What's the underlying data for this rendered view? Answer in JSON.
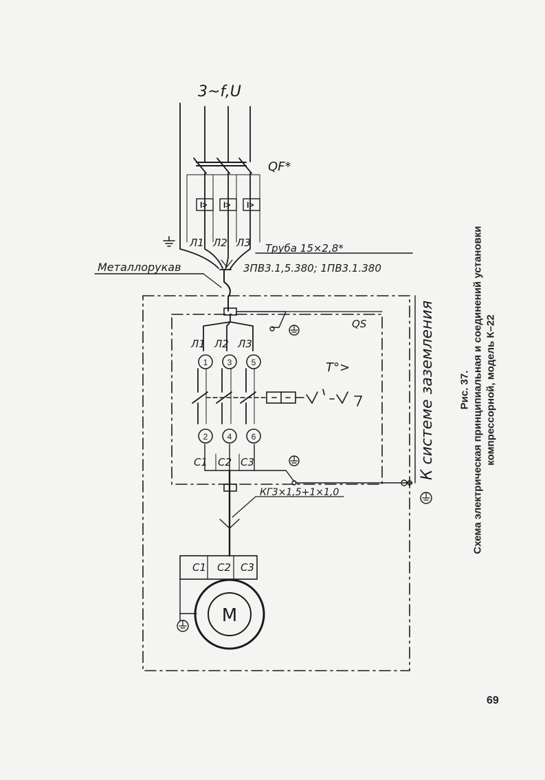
{
  "diagram": {
    "supply_label": "3~f,U",
    "breaker_label": "QF*",
    "breaker_trip": [
      "I>",
      "I>",
      "I>"
    ],
    "phases_top": [
      "Л1",
      "Л2",
      "Л3"
    ],
    "pipe_label": "Труба 15×2,8*",
    "wires_label": "3ПВ3.1,5.380; 1ПВ3.1.380",
    "hose_label": "Металлорукав",
    "switch_label": "QS",
    "phases_mid": [
      "Л1",
      "Л2",
      "Л3"
    ],
    "terminals_top": [
      "1",
      "3",
      "5"
    ],
    "thermal_label": "T°>",
    "terminals_bottom": [
      "2",
      "4",
      "6"
    ],
    "outputs": [
      "С1",
      "С2",
      "С3"
    ],
    "cable_label": "КГ3×1,5+1×1,0",
    "motor_terminals": [
      "С1",
      "С2",
      "С3"
    ],
    "motor_label": "М",
    "ground_system_label": "К системе заземления"
  },
  "caption": {
    "figure": "Рис. 37.",
    "line1": "Схема электрическая принципиальная и соединений установки",
    "line2": "компрессорной, модель К–22"
  },
  "page_number": "69"
}
